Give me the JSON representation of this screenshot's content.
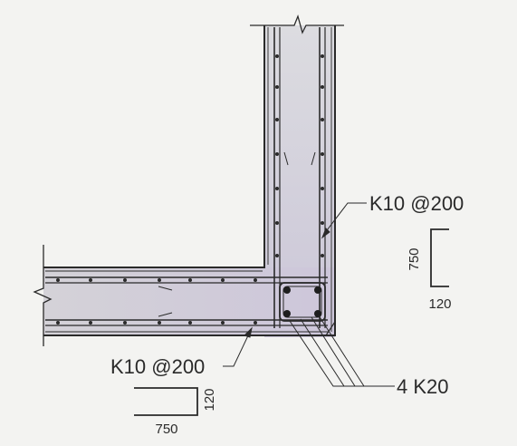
{
  "labels": {
    "wall_stirrup": "K10 @200",
    "slab_stirrup": "K10 @200",
    "corner_bars": "4 K20"
  },
  "details": {
    "vertical": {
      "length": "750",
      "width": "120"
    },
    "horizontal": {
      "length": "750",
      "width": "120"
    }
  },
  "colors": {
    "paper": "#f3f3f1",
    "concrete": "#d3d0da",
    "ink": "#2a2a2a"
  }
}
